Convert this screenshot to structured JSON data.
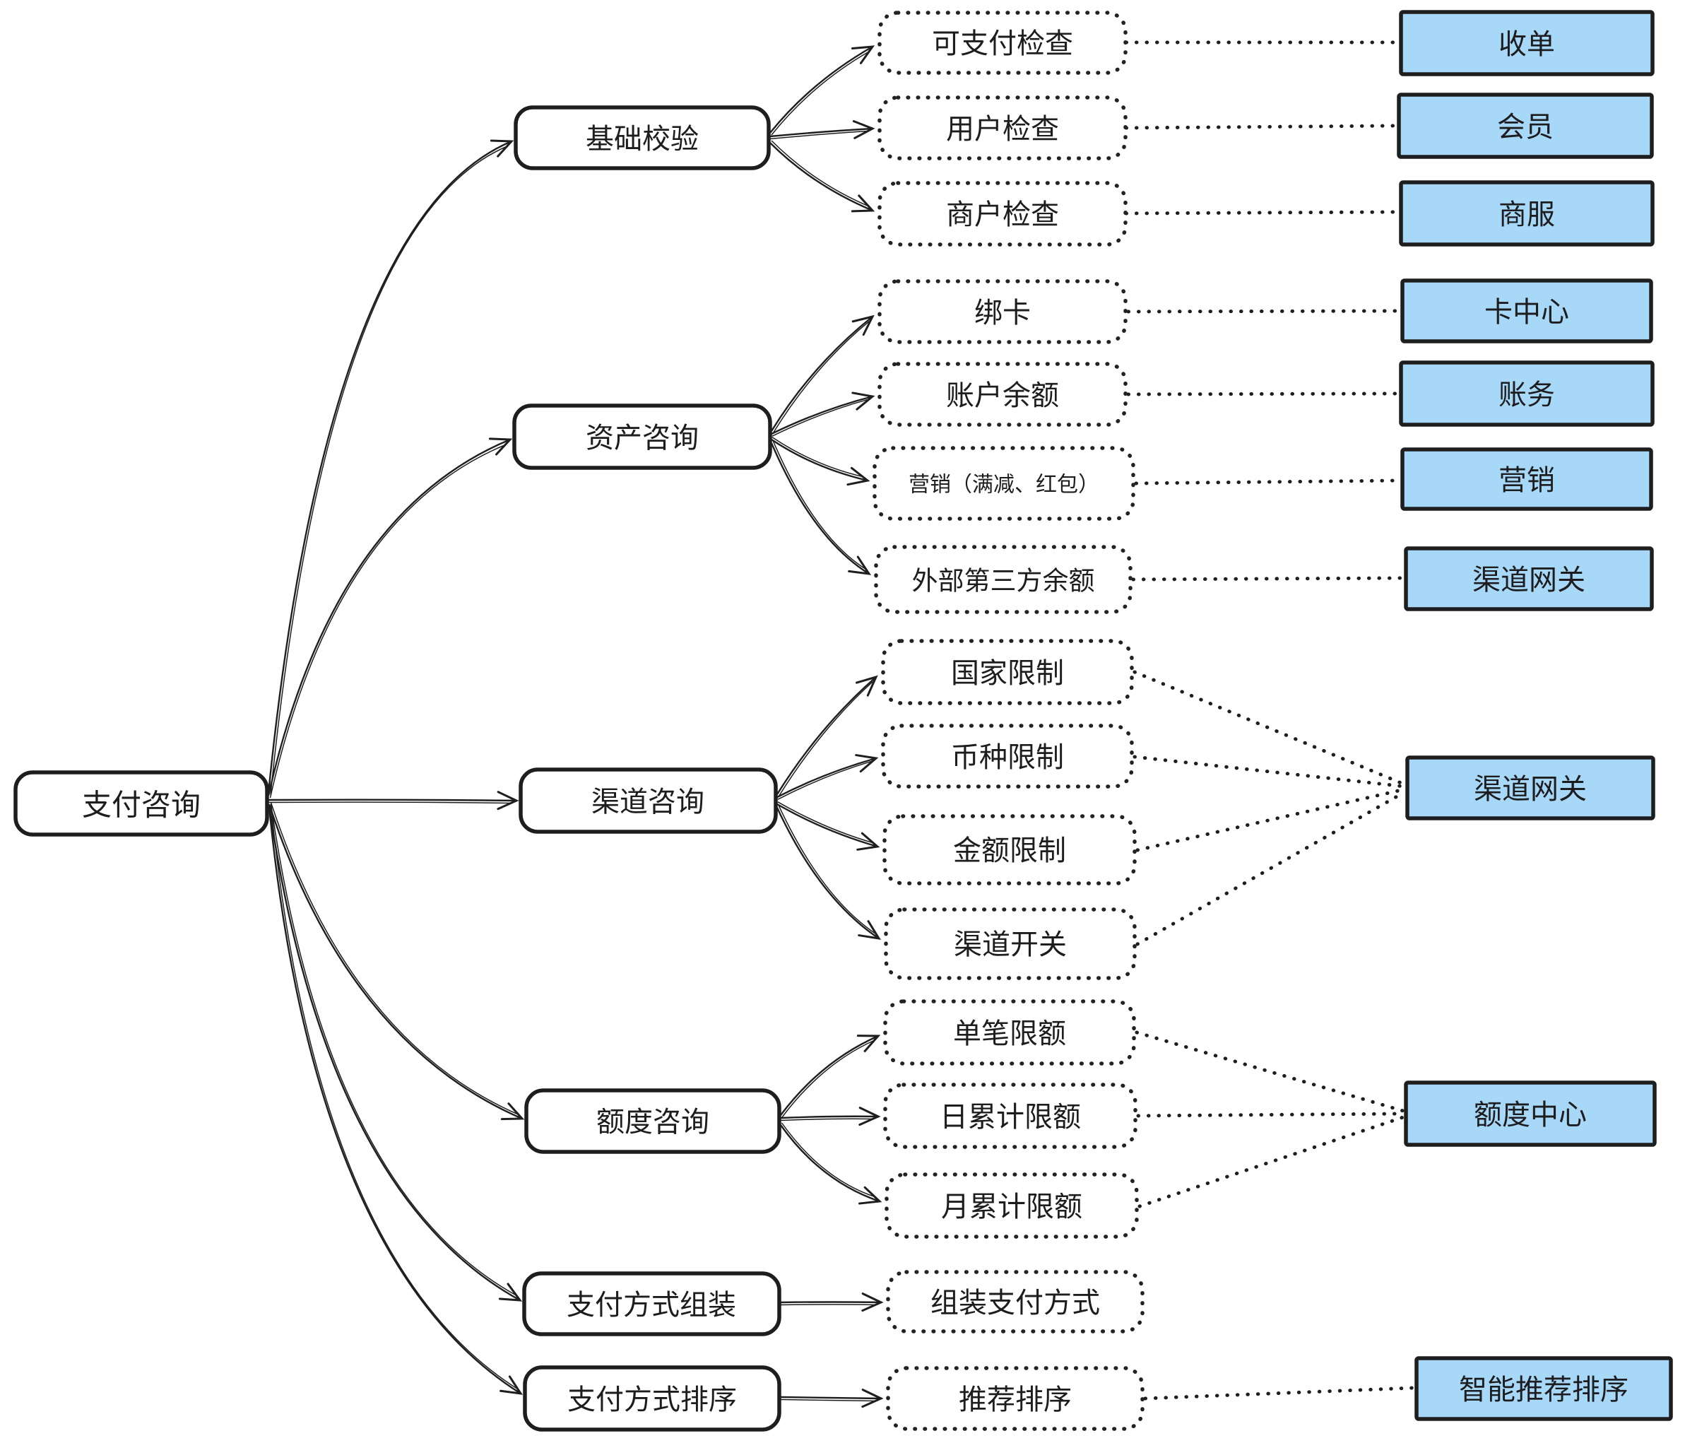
{
  "colors": {
    "service_fill": "#a8d8f7",
    "stroke": "#1e1e1e",
    "node_fill": "#ffffff"
  },
  "root": {
    "label": "支付咨询"
  },
  "groups": [
    {
      "label": "基础校验",
      "children": [
        {
          "label": "可支付检查",
          "service": "收单"
        },
        {
          "label": "用户检查",
          "service": "会员"
        },
        {
          "label": "商户检查",
          "service": "商服"
        }
      ]
    },
    {
      "label": "资产咨询",
      "children": [
        {
          "label": "绑卡",
          "service": "卡中心"
        },
        {
          "label": "账户余额",
          "service": "账务"
        },
        {
          "label": "营销（满减、红包）",
          "service": "营销"
        },
        {
          "label": "外部第三方余额",
          "service": "渠道网关"
        }
      ]
    },
    {
      "label": "渠道咨询",
      "service": "渠道网关",
      "children": [
        {
          "label": "国家限制"
        },
        {
          "label": "币种限制"
        },
        {
          "label": "金额限制"
        },
        {
          "label": "渠道开关"
        }
      ]
    },
    {
      "label": "额度咨询",
      "service": "额度中心",
      "children": [
        {
          "label": "单笔限额"
        },
        {
          "label": "日累计限额"
        },
        {
          "label": "月累计限额"
        }
      ]
    },
    {
      "label": "支付方式组装",
      "children": [
        {
          "label": "组装支付方式"
        }
      ]
    },
    {
      "label": "支付方式排序",
      "children": [
        {
          "label": "推荐排序",
          "service": "智能推荐排序"
        }
      ]
    }
  ]
}
